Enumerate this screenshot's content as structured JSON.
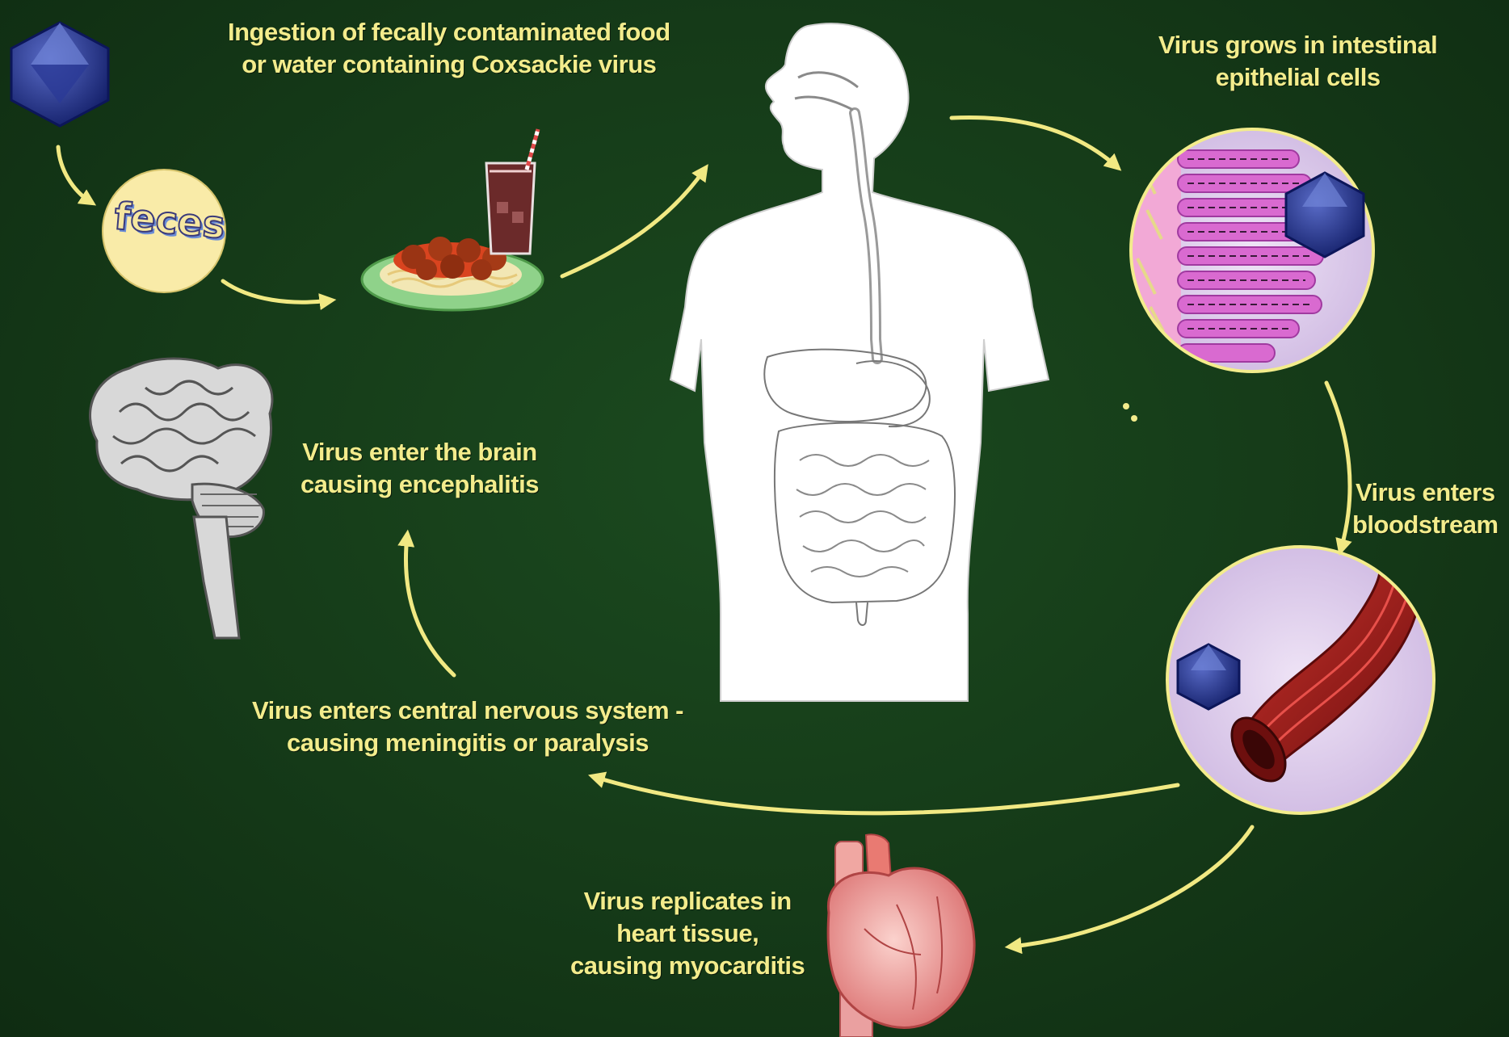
{
  "labels": {
    "ingestion": [
      "Ingestion of fecally contaminated food",
      "or water containing Coxsackie virus"
    ],
    "intestinal": [
      "Virus grows in intestinal",
      "epithelial cells"
    ],
    "bloodstream": [
      "Virus enters",
      "bloodstream"
    ],
    "brain": [
      "Virus enter the brain",
      "causing encephalitis"
    ],
    "cns": [
      "Virus enters central nervous system -",
      "causing meningitis or paralysis"
    ],
    "heart": [
      "Virus replicates in",
      "heart tissue,",
      "causing myocarditis"
    ]
  },
  "feces_label": "feces",
  "colors": {
    "background": "#153a18",
    "text": "#f3ec8c",
    "arrow": "#f1e983",
    "virus": "#23307d",
    "body": "#ffffff",
    "brain": "#d8d8d8",
    "heart": "#e88a8a",
    "vessel": "#8c1a16",
    "inset_background": "#dccbec"
  },
  "icons": [
    "virus-icon",
    "feces-icon",
    "food-icon",
    "human-body-icon",
    "intestinal-cells-icon",
    "blood-vessel-icon",
    "brain-icon",
    "heart-icon"
  ]
}
